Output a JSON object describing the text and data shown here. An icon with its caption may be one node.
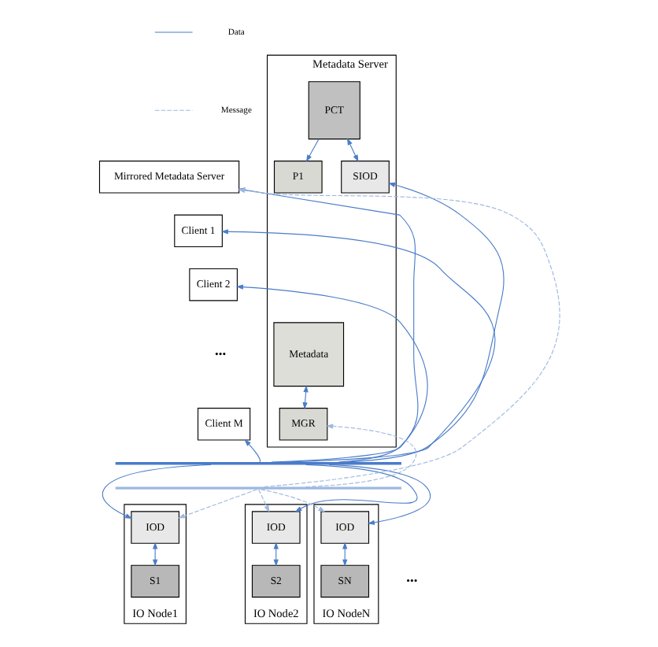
{
  "diagram": {
    "nodes": [
      {
        "text": [
          "Mirrored Metadata Server"
        ]
      },
      {
        "text": [
          "Client 1"
        ]
      },
      {
        "text": [
          "Client 2"
        ]
      },
      {
        "text": [
          "Client M"
        ]
      },
      {
        "text": [
          "Metadata Server"
        ]
      },
      {
        "text": [
          "P1"
        ],
        "in": 4
      },
      {
        "text": [
          "PCT"
        ],
        "in": 4
      },
      {
        "text": [
          "Metadata"
        ],
        "in": 4
      },
      {
        "text": [
          "SIOD"
        ],
        "in": 4
      },
      {
        "text": [
          "MGR"
        ],
        "in": 4
      },
      {
        "text": [
          "IO Node1"
        ]
      },
      {
        "text": [
          "IOD"
        ],
        "in": 10
      },
      {
        "text": [
          "S1"
        ],
        "in": 10
      },
      {
        "text": [
          "IO Node2"
        ]
      },
      {
        "text": [
          "IOD"
        ],
        "in": 13
      },
      {
        "text": [
          "S2"
        ],
        "in": 13
      },
      {
        "text": [
          "IO NodeN"
        ]
      },
      {
        "text": [
          "IOD"
        ],
        "in": 16
      },
      {
        "text": [
          "SN"
        ],
        "in": 16
      },
      {
        "text": [],
        "shape": "bar"
      },
      {
        "text": [],
        "shape": "bar"
      }
    ],
    "edges": [
      {
        "from": 6,
        "to": 5,
        "arrow": "to"
      },
      {
        "from": 6,
        "to": 8,
        "arrow": "both"
      },
      {
        "from": 7,
        "to": 9,
        "arrow": "both"
      },
      {
        "from": 11,
        "to": 12,
        "arrow": "both"
      },
      {
        "from": 14,
        "to": 15,
        "arrow": "both"
      },
      {
        "from": 17,
        "to": 18,
        "arrow": "both"
      },
      {
        "from": 19,
        "to": 0,
        "arrow": "to"
      },
      {
        "from": 19,
        "to": 1,
        "arrow": "to"
      },
      {
        "from": 19,
        "to": 2,
        "arrow": "to"
      },
      {
        "from": 19,
        "to": 3,
        "arrow": "to"
      },
      {
        "from": 19,
        "to": 8,
        "arrow": "to"
      },
      {
        "from": 19,
        "to": 11,
        "arrow": "to"
      },
      {
        "from": 19,
        "to": 14,
        "arrow": "to"
      },
      {
        "from": 19,
        "to": 17,
        "arrow": "to"
      },
      {
        "from": 20,
        "to": 0,
        "arrow": "to",
        "style": "dashed",
        "color": "#9db8e0"
      },
      {
        "from": 20,
        "to": 9,
        "arrow": "to",
        "style": "dashed",
        "color": "#9db8e0"
      },
      {
        "from": 20,
        "to": 11,
        "arrow": "to",
        "style": "dashed",
        "color": "#9db8e0"
      },
      {
        "from": 20,
        "to": 14,
        "arrow": "to",
        "style": "dashed",
        "color": "#9db8e0"
      },
      {
        "from": 20,
        "to": 17,
        "arrow": "to",
        "style": "dashed",
        "color": "#9db8e0"
      }
    ],
    "labels": [
      "•••",
      "•••"
    ],
    "legend": [
      {
        "text": "Data"
      },
      {
        "text": "Message"
      }
    ]
  }
}
